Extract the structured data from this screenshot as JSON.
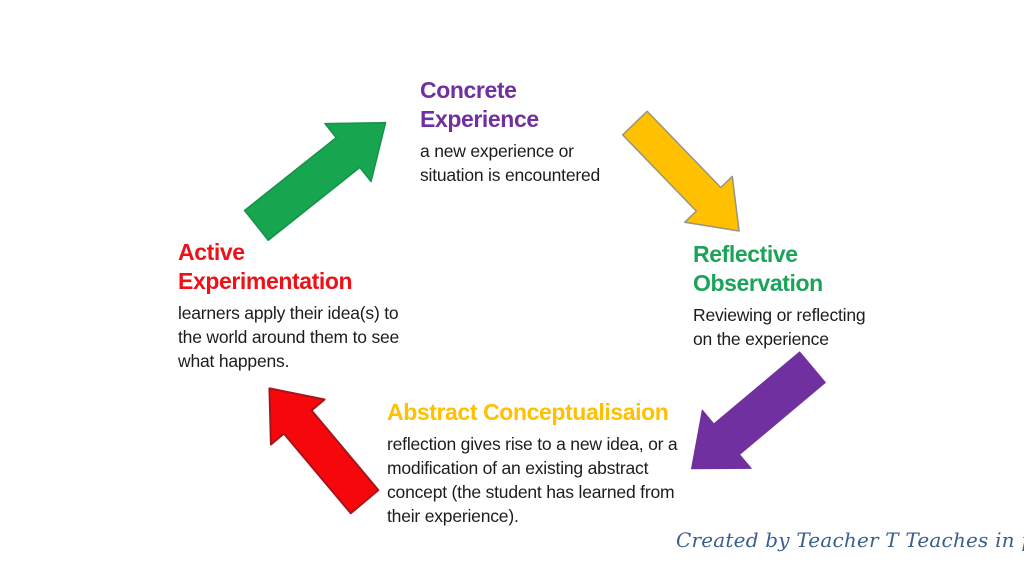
{
  "background": "#FFFFFF",
  "text_color": "#1C1C1C",
  "stages": [
    {
      "name": "concrete-experience",
      "title_lines": [
        "Concrete",
        "Experience"
      ],
      "title_color": "#7030A0",
      "desc_lines": [
        "a new experience or",
        "situation is encountered"
      ]
    },
    {
      "name": "reflective-observation",
      "title_lines": [
        "Reflective",
        "Observation"
      ],
      "title_color": "#1CA35A",
      "desc_lines": [
        "Reviewing or reflecting",
        "on the experience"
      ]
    },
    {
      "name": "abstract-conceptualisaion",
      "title_lines": [
        "Abstract Conceptualisaion"
      ],
      "title_color": "#FFC000",
      "desc_lines": [
        "reflection gives rise to a new idea, or a",
        "modification of an existing abstract",
        "concept (the student has learned from",
        "their experience)."
      ]
    },
    {
      "name": "active-experimentation",
      "title_lines": [
        "Active",
        "Experimentation"
      ],
      "title_color": "#EE1118",
      "desc_lines": [
        "learners apply their idea(s) to",
        "the world around them to see",
        "what happens."
      ]
    }
  ],
  "arrows": [
    {
      "name": "arrow-active-to-concrete",
      "direction": "up-right",
      "fill": "#17A64F",
      "stroke": "#17904A"
    },
    {
      "name": "arrow-concrete-to-reflective",
      "direction": "down-right",
      "fill": "#FFC000",
      "stroke": "#9A947E"
    },
    {
      "name": "arrow-reflective-to-abstract",
      "direction": "down-left",
      "fill": "#7030A0",
      "stroke": "#7030A0"
    },
    {
      "name": "arrow-abstract-to-active",
      "direction": "up-left",
      "fill": "#F5070C",
      "stroke": "#A8141B"
    }
  ],
  "credit": {
    "text": "Created by Teacher T Teaches in ppt",
    "color": "#3A5F8F"
  }
}
